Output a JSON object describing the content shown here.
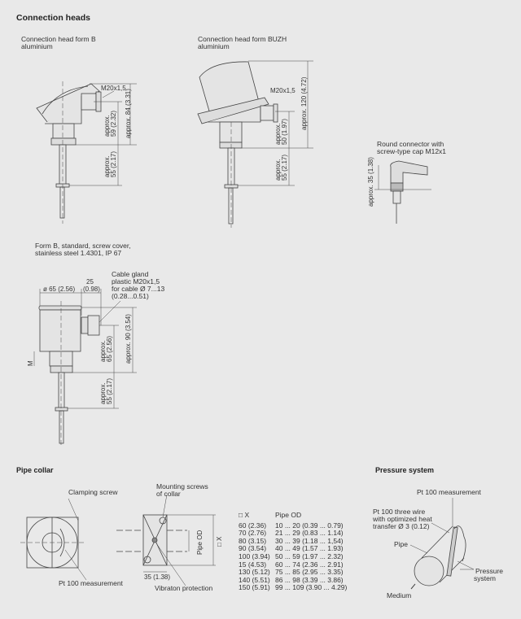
{
  "connection_heads": {
    "title": "Connection heads",
    "head_b": {
      "title": "Connection head form B",
      "material": "aluminium",
      "thread": "M20x1,5",
      "dim_total": "approx. 84 (3.31)",
      "dim_gland_l1": "approx.",
      "dim_gland_l2": "59 (2.32)",
      "dim_neck_l1": "approx.",
      "dim_neck_l2": "55 (2.17)"
    },
    "head_buzh": {
      "title": "Connection head form BUZH",
      "material": "aluminium",
      "thread": "M20x1,5",
      "dim_total": "approx. 120 (4.72)",
      "dim_gland_l1": "approx.",
      "dim_gland_l2": "50 (1.97)",
      "dim_neck_l1": "approx.",
      "dim_neck_l2": "55 (2.17)"
    },
    "round_connector": {
      "title_l1": "Round connector with",
      "title_l2": "screw-type cap M12x1",
      "dim": "approx. 35 (1.38)"
    },
    "form_b_ss": {
      "title_l1": "Form B, standard, screw cover,",
      "title_l2": "stainless steel 1.4301, IP 67",
      "diameter": "ø 65 (2.56)",
      "gland_len_l1": "25",
      "gland_len_l2": "(0.98)",
      "gland_l1": "Cable gland",
      "gland_l2": "plastic M20x1,5",
      "gland_l3": "for cable Ø 7...13",
      "gland_l4": "(0.28...0.51)",
      "dim_total": "approx. 90 (3.54)",
      "dim_gland_l1": "approx.",
      "dim_gland_l2": "65 (2.56)",
      "dim_neck_l1": "approx.",
      "dim_neck_l2": "55 (2.17)",
      "m_label": "M"
    }
  },
  "pipe_collar": {
    "title": "Pipe collar",
    "clamping_screw": "Clamping screw",
    "pt100": "Pt 100 measurement",
    "mounting_l1": "Mounting screws",
    "mounting_l2": "of collar",
    "width": "35 (1.38)",
    "vibration": "Vibraton protection",
    "pipe_od": "Pipe OD",
    "x_label": "□ X",
    "table": {
      "headers": [
        "□ X",
        "Pipe OD"
      ],
      "rows": [
        [
          "60 (2.36)",
          "10 ... 20 (0.39 ... 0.79)"
        ],
        [
          "70 (2.76)",
          "21 ... 29 (0.83 ... 1.14)"
        ],
        [
          "80 (3.15)",
          "30 ... 39 (1.18 ... 1,54)"
        ],
        [
          "90 (3.54)",
          "40 ... 49 (1.57 ... 1.93)"
        ],
        [
          "100 (3.94)",
          "50 ... 59 (1.97 ... 2.32)"
        ],
        [
          "15 (4.53)",
          "60 ... 74 (2.36 ... 2.91)"
        ],
        [
          "130 (5.12)",
          "75 ... 85 (2.95 ... 3.35)"
        ],
        [
          "140 (5.51)",
          "86 ... 98 (3.39 ... 3.86)"
        ],
        [
          "150 (5.91)",
          "99 ... 109 (3.90 ... 4.29)"
        ]
      ]
    }
  },
  "pressure_system": {
    "title": "Pressure system",
    "pt100": "Pt 100 measurement",
    "three_wire_l1": "Pt 100 three wire",
    "three_wire_l2": "with optimized heat",
    "three_wire_l3": "transfer Ø 3 (0.12)",
    "pipe": "Pipe",
    "pressure_l1": "Pressure",
    "pressure_l2": "system",
    "medium": "Medium"
  }
}
